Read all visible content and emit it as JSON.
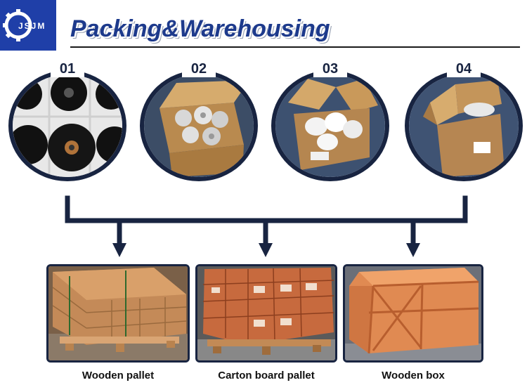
{
  "header": {
    "logo_text": "JSJM",
    "title": "Packing&Warehousing"
  },
  "steps": [
    {
      "num": "01",
      "icon": "brake-backing-plates-icon"
    },
    {
      "num": "02",
      "icon": "carton-with-parts-icon"
    },
    {
      "num": "03",
      "icon": "carton-with-wrapped-parts-icon"
    },
    {
      "num": "04",
      "icon": "closed-carton-icon"
    }
  ],
  "options": [
    {
      "label": "Wooden pallet",
      "icon": "wooden-pallet-icon"
    },
    {
      "label": "Carton board pallet",
      "icon": "carton-board-pallet-icon"
    },
    {
      "label": "Wooden box",
      "icon": "wooden-box-icon"
    }
  ],
  "colors": {
    "brand_blue": "#1f3fa8",
    "dark_navy": "#182441",
    "cardboard": "#c9995a",
    "wood": "#d4774a"
  }
}
